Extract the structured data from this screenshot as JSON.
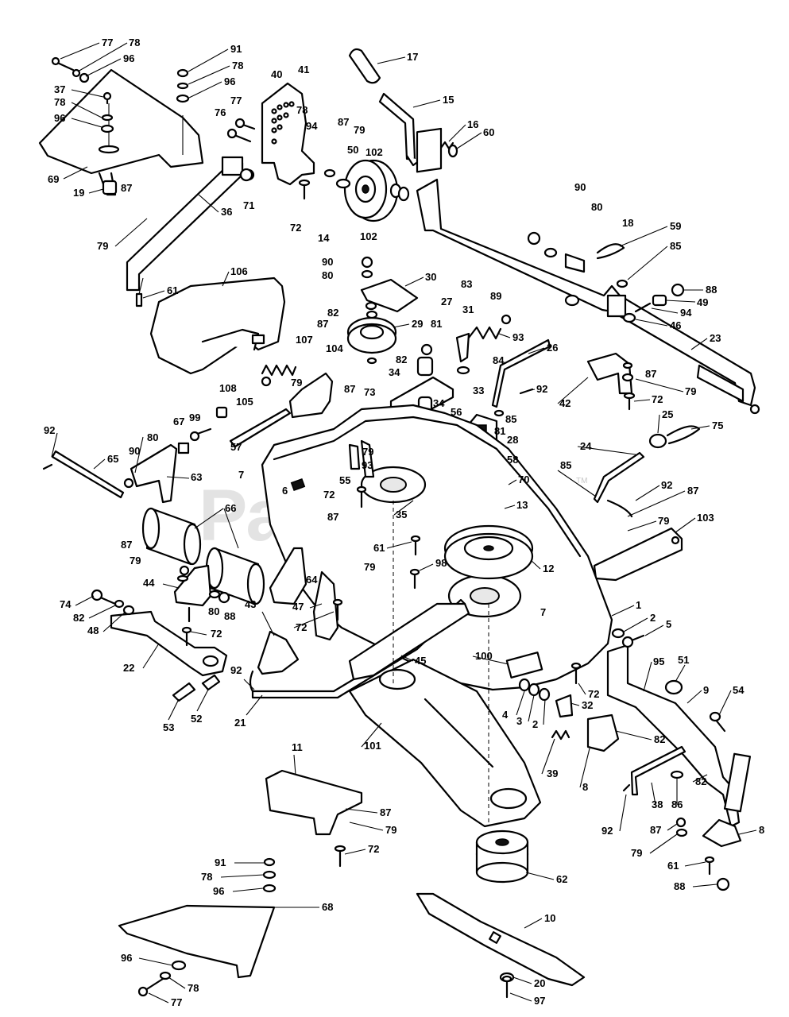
{
  "watermark": {
    "text": "PartsTree",
    "trademark": "TM"
  },
  "callouts": [
    "1",
    "2",
    "3",
    "4",
    "5",
    "6",
    "7",
    "8",
    "9",
    "10",
    "11",
    "12",
    "13",
    "14",
    "15",
    "16",
    "17",
    "18",
    "19",
    "20",
    "21",
    "22",
    "23",
    "24",
    "25",
    "26",
    "27",
    "28",
    "29",
    "30",
    "31",
    "32",
    "33",
    "34",
    "35",
    "36",
    "37",
    "38",
    "39",
    "40",
    "41",
    "42",
    "43",
    "44",
    "45",
    "46",
    "47",
    "48",
    "49",
    "50",
    "51",
    "52",
    "53",
    "54",
    "55",
    "56",
    "57",
    "58",
    "59",
    "60",
    "61",
    "62",
    "63",
    "64",
    "65",
    "66",
    "67",
    "68",
    "69",
    "70",
    "71",
    "72",
    "73",
    "74",
    "75",
    "76",
    "77",
    "78",
    "79",
    "80",
    "81",
    "82",
    "83",
    "84",
    "85",
    "86",
    "87",
    "88",
    "89",
    "90",
    "91",
    "92",
    "93",
    "94",
    "95",
    "96",
    "97",
    "98",
    "99",
    "100",
    "101",
    "102",
    "103",
    "104",
    "105",
    "106",
    "107",
    "108"
  ]
}
